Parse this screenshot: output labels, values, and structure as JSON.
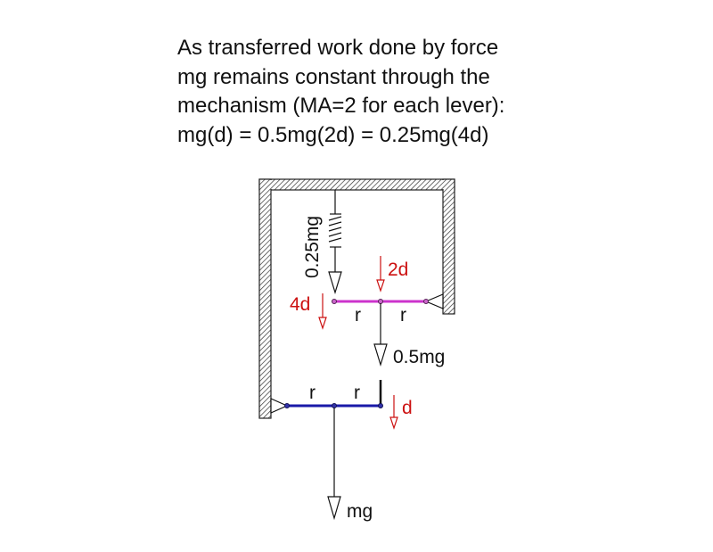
{
  "caption": {
    "lines": [
      "As transferred work done by force",
      "mg remains constant through the",
      "mechanism (MA=2 for each lever):",
      "mg(d) = 0.5mg(2d) = 0.25mg(4d)"
    ]
  },
  "diagram": {
    "spring_force": "0.25mg",
    "mid_force": "0.5mg",
    "load_force": "mg",
    "disp_upper_left": "4d",
    "disp_upper_mid": "2d",
    "disp_lower": "d",
    "arm_label": "r",
    "colors": {
      "upper_lever": "#cc33cc",
      "lower_lever": "#1a1aa8",
      "displacement": "#cc1111",
      "ink": "#111111"
    }
  }
}
